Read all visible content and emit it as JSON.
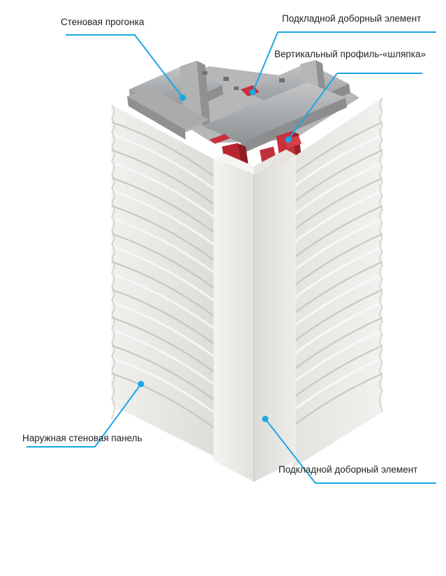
{
  "labels": {
    "wall_purlin": "Стеновая прогонка",
    "filler_element_top": "Подкладной доборный элемент",
    "hat_profile": "Вертикальный профиль-«шляпка»",
    "outer_wall_panel": "Наружная стеновая панель",
    "filler_element_bottom": "Подкладной доборный элемент"
  },
  "colors": {
    "leader_line": "#1aa7e6",
    "leader_dot": "#1aa7e6",
    "panel_light": "#ecebe8",
    "panel_shadow": "#c9c8c4",
    "profile_red": "#c8303a",
    "purlin_gray": "#a7a9ab"
  }
}
